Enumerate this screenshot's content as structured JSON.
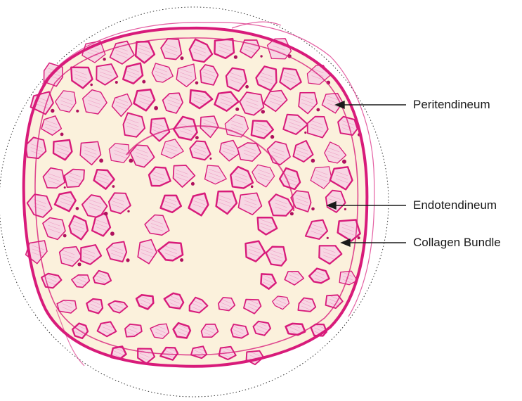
{
  "figure": {
    "labels": {
      "peritendineum": "Peritendineum",
      "endotendineum": "Endotendineum",
      "collagen_bundle": "Collagen Bundle"
    },
    "colors": {
      "background": "#ffffff",
      "tissue_background": "#fbf1dc",
      "bundle_fill": "#f7d6e3",
      "stain": "#d81b7a",
      "stain_dark": "#b0105e",
      "arrow": "#1a1a1a",
      "field_outline": "#333333"
    },
    "description_kind": "histology-micrograph"
  }
}
